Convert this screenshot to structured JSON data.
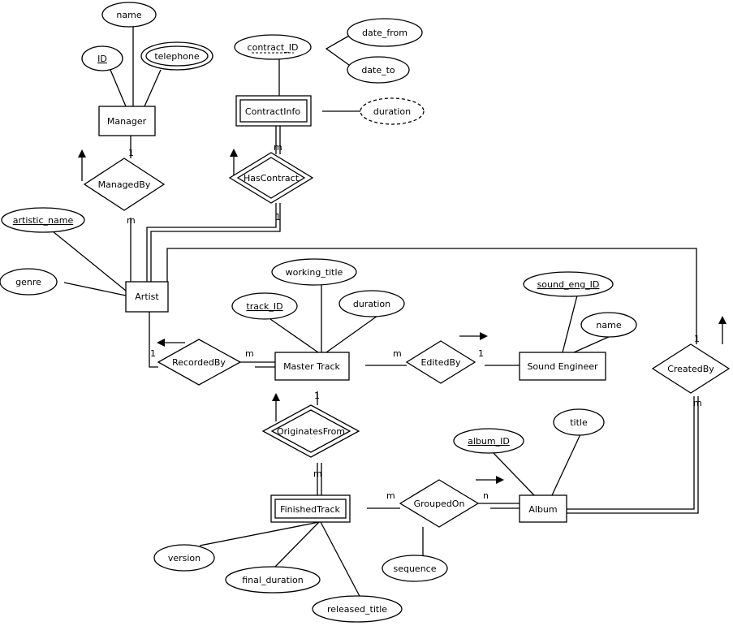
{
  "entities": {
    "manager": "Manager",
    "contract_info": "ContractInfo",
    "artist": "Artist",
    "master_track": "Master Track",
    "sound_engineer": "Sound Engineer",
    "finished_track": "FinishedTrack",
    "album": "Album"
  },
  "relationships": {
    "managed_by": "ManagedBy",
    "has_contract": "HasContract",
    "recorded_by": "RecordedBy",
    "edited_by": "EditedBy",
    "created_by": "CreatedBy",
    "originates_from": "OriginatesFrom",
    "grouped_on": "GroupedOn"
  },
  "attributes": {
    "manager_name": "name",
    "manager_id": "ID",
    "telephone": "telephone",
    "contract_id": "contract_ID",
    "date_from": "date_from",
    "date_to": "date_to",
    "contract_duration": "duration",
    "artistic_name": "artistic_name",
    "genre": "genre",
    "working_title": "working_title",
    "track_id": "track_ID",
    "track_duration": "duration",
    "sound_eng_id": "sound_eng_ID",
    "engineer_name": "name",
    "title": "title",
    "album_id": "album_ID",
    "version": "version",
    "final_duration": "final_duration",
    "released_title": "released_title",
    "sequence": "sequence"
  },
  "cardinalities": {
    "managedby_manager": "1",
    "managedby_artist": "m",
    "hascontract_contract": "m",
    "hascontract_artist": "1",
    "recordedby_artist": "1",
    "recordedby_track": "m",
    "editedby_track": "m",
    "editedby_engineer": "1",
    "createdby_artist": "1",
    "createdby_album": "m",
    "originates_master": "1",
    "originates_finished": "m",
    "groupedon_finished": "m",
    "groupedon_album": "n"
  }
}
